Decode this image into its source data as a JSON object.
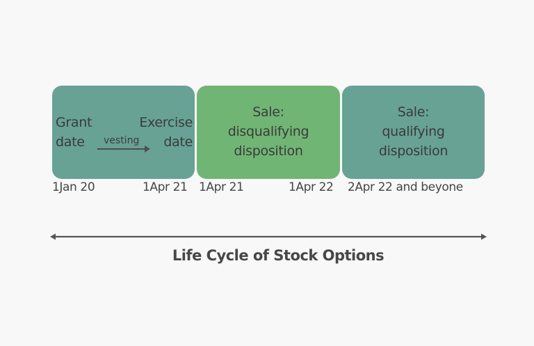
{
  "diagram": {
    "title": "Life Cycle of Stock Options",
    "colors": {
      "background": "#f8f8f8",
      "teal_box": "#67a295",
      "green_box": "#71b574",
      "text": "#3b3b3b",
      "arrow": "#555555"
    },
    "stages": [
      {
        "left_label": [
          "Grant",
          "date"
        ],
        "right_label": [
          "Exercise",
          "date"
        ],
        "arrow_label": "vesting",
        "start_date": "1Jan 20",
        "end_date": "1Apr 21",
        "color": "teal"
      },
      {
        "label": [
          "Sale:",
          "disqualifying",
          "disposition"
        ],
        "start_date": "1Apr 21",
        "end_date": "1Apr 22",
        "color": "green"
      },
      {
        "label": [
          "Sale:",
          "qualifying",
          "disposition"
        ],
        "start_date": "2Apr 22 and beyone",
        "color": "teal"
      }
    ],
    "timeline_arrow": "double-headed"
  }
}
